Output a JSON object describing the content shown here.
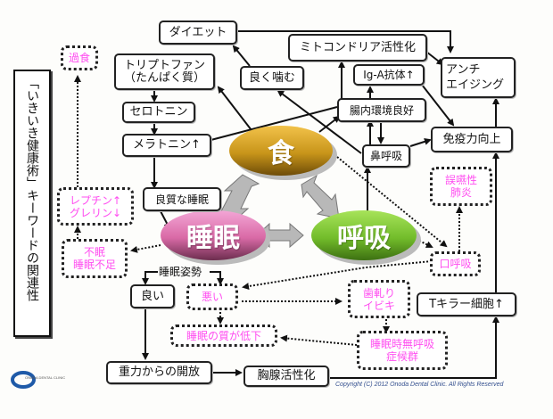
{
  "title": {
    "text": "「いきいき健康術」キーワードの関連性"
  },
  "center": {
    "eat": {
      "label": "食",
      "color": "#c8951a"
    },
    "sleep": {
      "label": "睡眠",
      "color": "#d96aa6"
    },
    "breath": {
      "label": "呼吸",
      "color": "#7bc530"
    }
  },
  "boxes": {
    "diet": "ダイエット",
    "tryptophan": "トリプトファン\n（たんぱく質）",
    "serotonin": "セロトニン",
    "melatonin": "メラトニン↑",
    "good_sleep": "良質な睡眠",
    "chew": "良く噛む",
    "mitochondria": "ミトコンドリア活性化",
    "iga": "Ig-A抗体↑",
    "anti_aging": "アンチ\nエイジング",
    "gut": "腸内環境良好",
    "immunity": "免疫力向上",
    "nose_breath": "鼻呼吸",
    "good": "良い",
    "gravity": "重力からの開放",
    "thymus": "胸腺活性化",
    "tkiller": "Tキラー細胞↑"
  },
  "dotted_boxes": {
    "overeat": "過食",
    "leptin": "レプチン↑\nグレリン↓",
    "insomnia": "不眠\n睡眠不足",
    "bad": "悪い",
    "sleep_quality_down": "睡眠の質が低下",
    "aspiration": "誤嚥性\n肺炎",
    "mouth_breath": "口呼吸",
    "bruxism": "歯軋り\nイビキ",
    "apnea": "睡眠時無呼吸\n症候群"
  },
  "labels": {
    "sleep_posture": "睡眠姿勢"
  },
  "footer": {
    "copyright": "Copyright (C) 2012 Onoda  Dental  Clinic. All Rights Reserved",
    "logo_text": "ONODA DENTAL CLINIC"
  },
  "colors": {
    "pink_text": "#ff4df0",
    "copyright": "#334f8f",
    "logo_blue": "#1f5aa8"
  }
}
